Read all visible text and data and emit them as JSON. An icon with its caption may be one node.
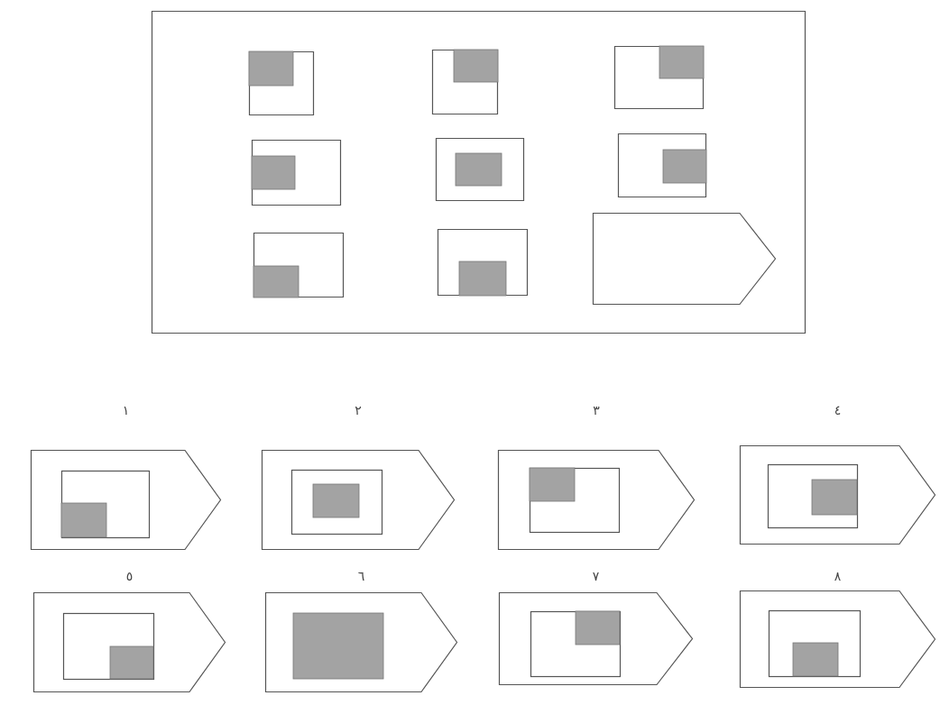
{
  "diagram": {
    "nodes": [
      {
        "text": [],
        "shape": "box"
      },
      {
        "text": [],
        "shape": "box",
        "in": 0
      },
      {
        "text": [],
        "shape": "box",
        "in": 0
      },
      {
        "text": [],
        "shape": "box",
        "in": 0
      },
      {
        "text": [],
        "shape": "box",
        "in": 0
      },
      {
        "text": [],
        "shape": "box",
        "in": 0
      },
      {
        "text": [],
        "shape": "box",
        "in": 0
      },
      {
        "text": [],
        "shape": "box",
        "in": 0
      },
      {
        "text": [],
        "shape": "box",
        "in": 0
      },
      {
        "text": [],
        "shape": "pentagon",
        "in": 0
      },
      {
        "text": [
          "١"
        ]
      },
      {
        "text": [
          "٢"
        ]
      },
      {
        "text": [
          "٣"
        ]
      },
      {
        "text": [
          "٤"
        ]
      },
      {
        "text": [
          "٥"
        ]
      },
      {
        "text": [
          "٦"
        ]
      },
      {
        "text": [
          "٧"
        ]
      },
      {
        "text": [
          "٨"
        ]
      }
    ]
  }
}
